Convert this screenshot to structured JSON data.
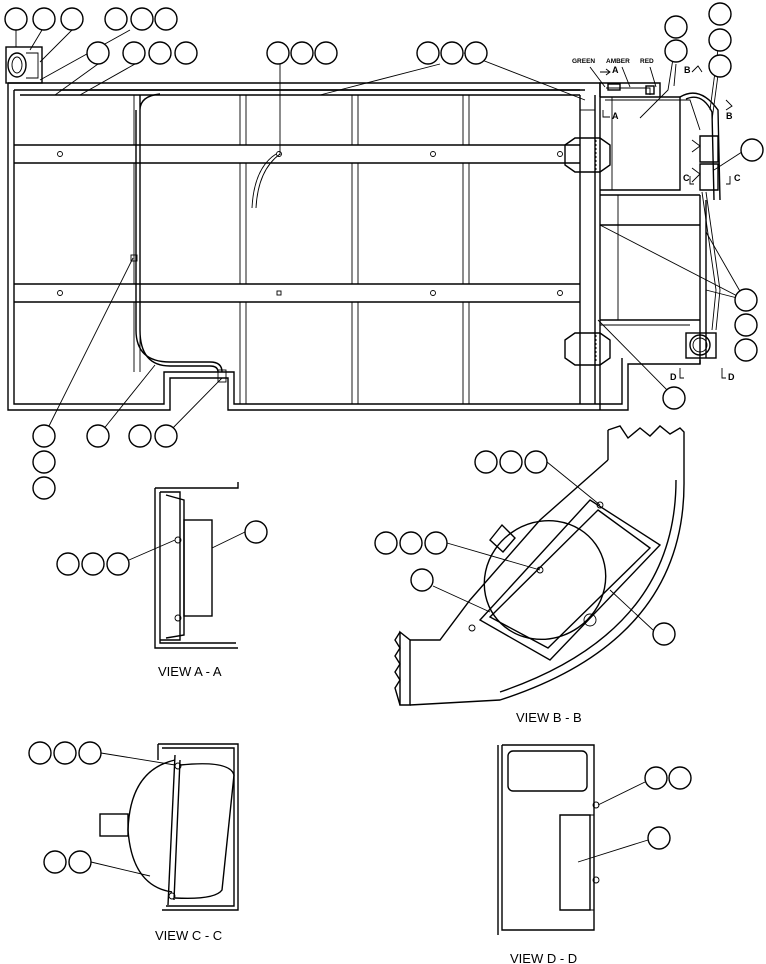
{
  "views": {
    "a": "VIEW  A - A",
    "b": "VIEW  B - B",
    "c": "VIEW  C - C",
    "d": "VIEW  D - D"
  },
  "wire_colors": {
    "green": "GREEN",
    "amber": "AMBER",
    "red": "RED"
  },
  "section_marks": {
    "a": "A",
    "b": "B",
    "c": "C",
    "d": "D"
  },
  "callout_style": {
    "bubble_fill": "#ffffff",
    "stroke": "#000000"
  }
}
